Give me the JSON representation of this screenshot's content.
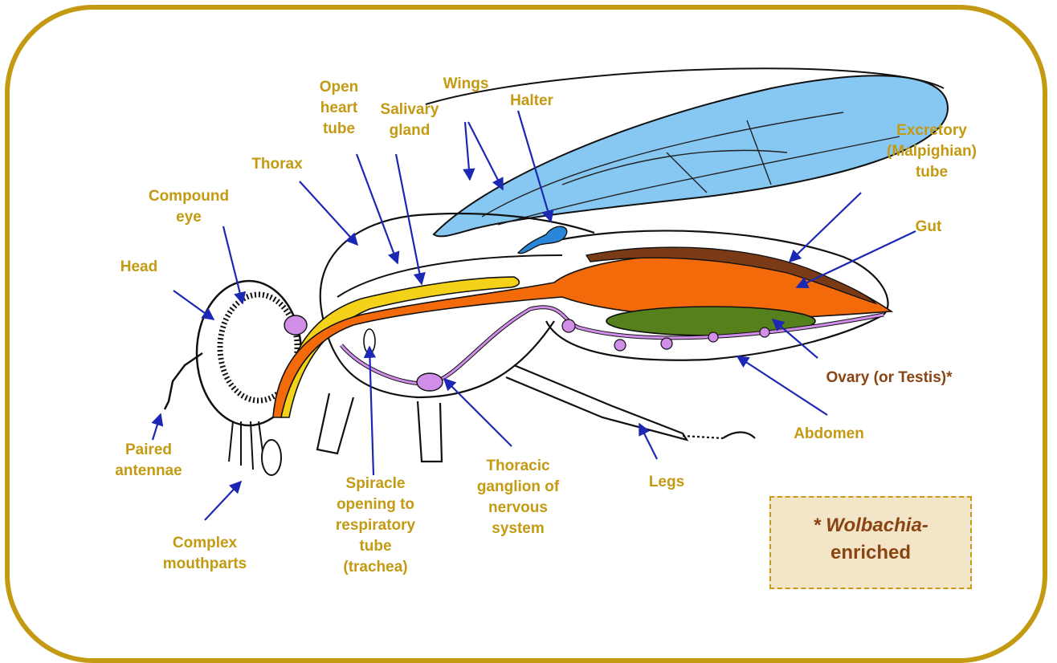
{
  "labels": {
    "head": "Head",
    "compound_eye": "Compound\neye",
    "thorax": "Thorax",
    "open_heart_tube": "Open\nheart\ntube",
    "salivary_gland": "Salivary\ngland",
    "wings": "Wings",
    "halter": "Halter",
    "excretory_tube": "Excretory\n(Malpighian)\ntube",
    "gut": "Gut",
    "ovary": "Ovary (or Testis)*",
    "abdomen": "Abdomen",
    "legs": "Legs",
    "thoracic_ganglion": "Thoracic\nganglion of\nnervous\nsystem",
    "spiracle": "Spiracle\nopening to\nrespiratory\ntube\n(trachea)",
    "complex_mouthparts": "Complex\nmouthparts",
    "paired_antennae": "Paired\nantennae"
  },
  "note": {
    "prefix": "* ",
    "italic": "Wolbachia",
    "suffix": "-",
    "line2": "enriched"
  },
  "colors": {
    "frame": "#c39a12",
    "label": "#c39a12",
    "label_dark": "#8a4412",
    "arrow": "#1c28b4",
    "wing": "#86c8f2",
    "halter": "#2a86d8",
    "salivary_gland": "#f5d21a",
    "gut": "#f26a0a",
    "excretory_tube": "#7a3a16",
    "ovary": "#56801c",
    "nervous_system": "#d08ee8",
    "note_bg": "#f3e6c8"
  }
}
